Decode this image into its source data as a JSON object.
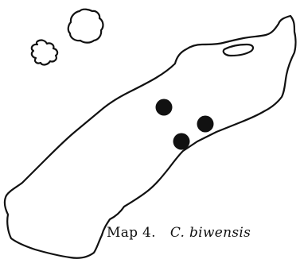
{
  "map": {
    "caption_prefix": "Map 4.",
    "caption_species": "C. biwensis",
    "land_outline_color": "#111111",
    "point_color": "#111111",
    "records": [
      {
        "id": "locality-1"
      },
      {
        "id": "locality-2"
      },
      {
        "id": "locality-3"
      }
    ]
  }
}
